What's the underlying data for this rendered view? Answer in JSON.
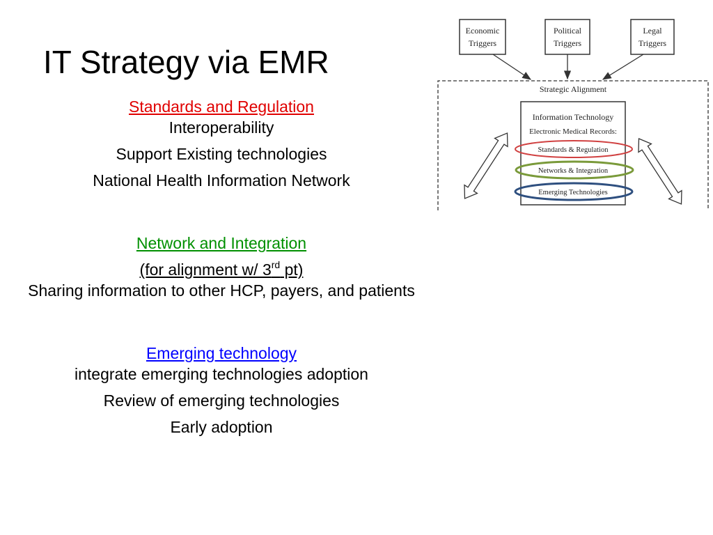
{
  "slide": {
    "title": "IT Strategy via EMR",
    "sections": [
      {
        "heading": "Standards and Regulation",
        "heading_color": "#e00000",
        "lines": [
          "Interoperability",
          "Support Existing technologies",
          "National Health Information Network"
        ]
      },
      {
        "heading": "Network and Integration",
        "heading_color": "#009000",
        "sub_before_sup": "(for alignment w/ 3",
        "sup": "rd",
        "sub_after_sup": " pt)",
        "lines": [
          "Sharing information to other HCP, payers, and patients"
        ]
      },
      {
        "heading": "Emerging technology",
        "heading_color": "#0000ff",
        "lines": [
          "integrate emerging technologies adoption",
          "Review of emerging technologies",
          "Early adoption"
        ]
      }
    ]
  },
  "diagram": {
    "triggers": [
      {
        "line1": "Economic",
        "line2": "Triggers"
      },
      {
        "line1": "Political",
        "line2": "Triggers"
      },
      {
        "line1": "Legal",
        "line2": "Triggers"
      }
    ],
    "alignment_label": "Strategic Alignment",
    "it_box": {
      "title": "Information Technology",
      "subtitle": "Electronic Medical Records:",
      "items": [
        {
          "label": "Standards & Regulation",
          "ring_color": "#d04040"
        },
        {
          "label": "Networks & Integration",
          "ring_color": "#7a9a3a"
        },
        {
          "label": "Emerging Technologies",
          "ring_color": "#2e4f7f"
        }
      ]
    }
  }
}
